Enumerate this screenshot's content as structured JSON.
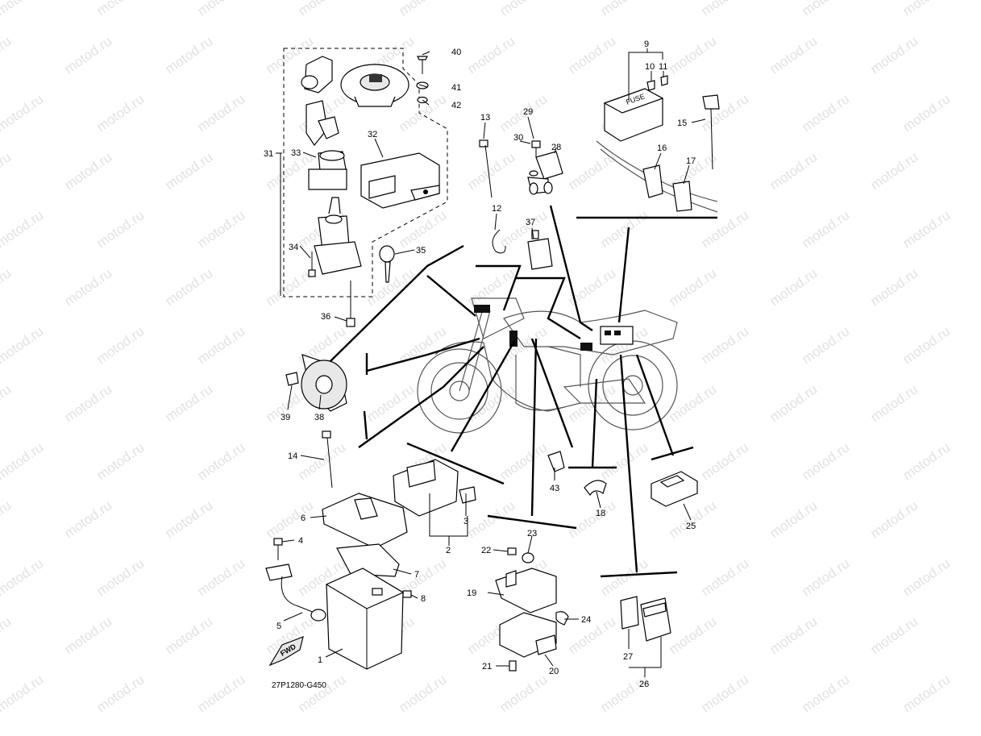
{
  "watermark": "motod.ru",
  "drawing_code": "27P1280-G450",
  "fwd_label": "FWD",
  "fuse_label": "FUSE",
  "parts": [
    {
      "id": "p40",
      "label": "40"
    },
    {
      "id": "p41",
      "label": "41"
    },
    {
      "id": "p42",
      "label": "42"
    },
    {
      "id": "p32",
      "label": "32"
    },
    {
      "id": "p31",
      "label": "31"
    },
    {
      "id": "p33",
      "label": "33"
    },
    {
      "id": "p34",
      "label": "34"
    },
    {
      "id": "p35",
      "label": "35"
    },
    {
      "id": "p36",
      "label": "36"
    },
    {
      "id": "p13",
      "label": "13"
    },
    {
      "id": "p29",
      "label": "29"
    },
    {
      "id": "p30",
      "label": "30"
    },
    {
      "id": "p28",
      "label": "28"
    },
    {
      "id": "p12",
      "label": "12"
    },
    {
      "id": "p37",
      "label": "37"
    },
    {
      "id": "p9",
      "label": "9"
    },
    {
      "id": "p10",
      "label": "10"
    },
    {
      "id": "p11",
      "label": "11"
    },
    {
      "id": "p15",
      "label": "15"
    },
    {
      "id": "p16",
      "label": "16"
    },
    {
      "id": "p17",
      "label": "17"
    },
    {
      "id": "p39",
      "label": "39"
    },
    {
      "id": "p38",
      "label": "38"
    },
    {
      "id": "p14",
      "label": "14"
    },
    {
      "id": "p6",
      "label": "6"
    },
    {
      "id": "p3",
      "label": "3"
    },
    {
      "id": "p2",
      "label": "2"
    },
    {
      "id": "p4",
      "label": "4"
    },
    {
      "id": "p7",
      "label": "7"
    },
    {
      "id": "p8",
      "label": "8"
    },
    {
      "id": "p5",
      "label": "5"
    },
    {
      "id": "p1",
      "label": "1"
    },
    {
      "id": "p43",
      "label": "43"
    },
    {
      "id": "p18",
      "label": "18"
    },
    {
      "id": "p25",
      "label": "25"
    },
    {
      "id": "p23",
      "label": "23"
    },
    {
      "id": "p22",
      "label": "22"
    },
    {
      "id": "p19",
      "label": "19"
    },
    {
      "id": "p24",
      "label": "24"
    },
    {
      "id": "p21",
      "label": "21"
    },
    {
      "id": "p20",
      "label": "20"
    },
    {
      "id": "p27",
      "label": "27"
    },
    {
      "id": "p26",
      "label": "26"
    }
  ]
}
